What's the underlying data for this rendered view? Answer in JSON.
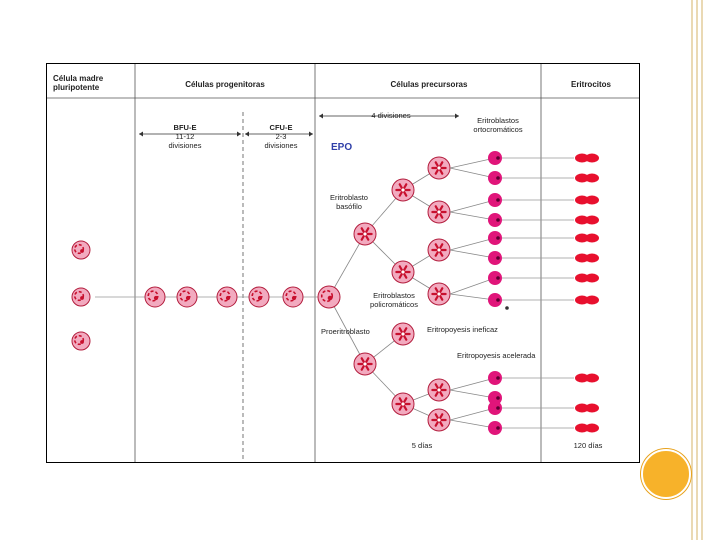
{
  "headers": {
    "stem": "Célula madre\npluripotente",
    "progenitors": "Células progenitoras",
    "precursors": "Células precursoras",
    "erythrocytes": "Eritrocitos"
  },
  "labels": {
    "bfu": "BFU-E",
    "bfu_div": "11-12\ndivisiones",
    "cfu": "CFU-E",
    "cfu_div": "2-3\ndivisiones",
    "four_div": "4 divisiones",
    "ortho": "Eritroblastos\nortocromáticos",
    "epo": "EPO",
    "basophil": "Eritroblasto\nbasófilo",
    "poly": "Eritroblastos\npolicromáticos",
    "proerythro": "Proeritroblasto",
    "ineffective": "Eritropoyesis ineficaz",
    "accelerated": "Eritropoyesis acelerada",
    "five_days": "5 días",
    "days120": "120 días"
  },
  "colors": {
    "cell_fill": "#f2aabf",
    "cell_stroke": "#b31d3d",
    "nucleus": "#c8102e",
    "reticulocyte": "#e0157a",
    "erythrocyte": "#e8102e",
    "accent": "#f7b22a",
    "border_stripe": "#ead9b4"
  }
}
